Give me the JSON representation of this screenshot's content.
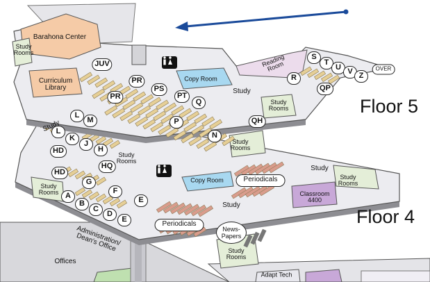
{
  "floors": [
    {
      "title": "Floor 5"
    },
    {
      "title": "Floor 4"
    }
  ],
  "rooms": {
    "barahona": "Barahona Center",
    "study_rooms": "Study Rooms",
    "curriculum": "Curriculum Library",
    "reading_room": "Reading Room",
    "copy_room": "Copy Room",
    "study": "Study",
    "classroom": "Classroom 4400",
    "periodicals": "Periodicals",
    "newspapers": "News- Papers",
    "administration": "Administration/ Dean's Office",
    "offices": "Offices",
    "adapt_tech": "Adapt Tech"
  },
  "floor5_call_numbers": [
    "JUV",
    "PR",
    "PS",
    "PT",
    "Q",
    "PR",
    "P",
    "N",
    "QH",
    "R",
    "QP",
    "S",
    "T",
    "U",
    "V",
    "Z",
    "OVER"
  ],
  "floor4_call_numbers": [
    "L",
    "M",
    "L",
    "K",
    "J",
    "H",
    "HD",
    "HQ",
    "HD",
    "G",
    "F",
    "E",
    "A",
    "B",
    "C",
    "D",
    "E"
  ],
  "icons": [
    "restroom-icon",
    "elevator-icon",
    "direction-arrow"
  ],
  "colors": {
    "floor_fill": "#ececf0",
    "barahona": "#f5cba7",
    "copy_room": "#a8d8f0",
    "reading_room": "#ecdcec",
    "classroom": "#c8a8d8",
    "study_room": "#e4eed8",
    "shelf": "#e6cf96",
    "periodical_shelf": "#d99c8c",
    "arrow": "#1a4a9a"
  }
}
